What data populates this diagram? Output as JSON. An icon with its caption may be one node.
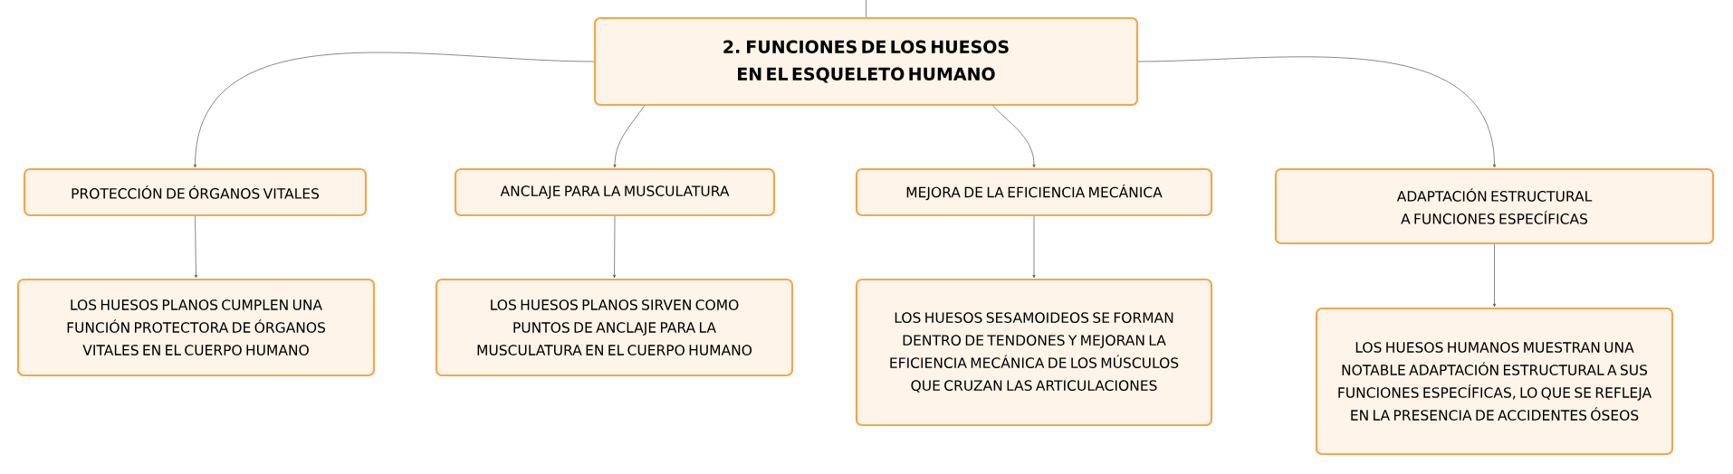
{
  "diagram": {
    "nodes": [
      {
        "text": [
          "2. FUNCIONES DE LOS HUESOS EN EL ESQUELETO HUMANO"
        ]
      },
      {
        "text": [
          "PROTECCIÓN DE ÓRGANOS VITALES"
        ]
      },
      {
        "text": [
          "ANCLAJE PARA LA MUSCULATURA"
        ]
      },
      {
        "text": [
          "MEJORA DE LA EFICIENCIA MECÁNICA"
        ]
      },
      {
        "text": [
          "ADAPTACIÓN ESTRUCTURAL A FUNCIONES ESPECÍFICAS"
        ]
      },
      {
        "text": [
          "LOS HUESOS PLANOS CUMPLEN UNA FUNCIÓN PROTECTORA DE ÓRGANOS VITALES EN EL CUERPO HUMANO"
        ]
      },
      {
        "text": [
          "LOS HUESOS PLANOS SIRVEN COMO PUNTOS DE ANCLAJE PARA LA MUSCULATURA EN EL CUERPO HUMANO"
        ]
      },
      {
        "text": [
          "LOS HUESOS SESAMOIDEOS SE FORMAN DENTRO DE TENDONES Y MEJORAN LA EFICIENCIA MECÁNICA DE LOS MÚSCULOS QUE CRUZAN LAS ARTICULACIONES"
        ]
      },
      {
        "text": [
          "LOS HUESOS HUMANOS MUESTRAN UNA NOTABLE ADAPTACIÓN ESTRUCTURAL A SUS FUNCIONES ESPECÍFICAS, LO QUE SE REFLEJA EN LA PRESENCIA DE ACCIDENTES ÓSEOS"
        ]
      }
    ],
    "edges": [
      {
        "from": null,
        "to": 0,
        "arrow": "none"
      },
      {
        "from": 0,
        "to": 1,
        "arrow": "to"
      },
      {
        "from": 0,
        "to": 2,
        "arrow": "to"
      },
      {
        "from": 0,
        "to": 3,
        "arrow": "to"
      },
      {
        "from": 0,
        "to": 4,
        "arrow": "to"
      },
      {
        "from": 1,
        "to": 5,
        "arrow": "to"
      },
      {
        "from": 2,
        "to": 6,
        "arrow": "to"
      },
      {
        "from": 3,
        "to": 7,
        "arrow": "to"
      },
      {
        "from": 4,
        "to": 8,
        "arrow": "to"
      }
    ]
  }
}
